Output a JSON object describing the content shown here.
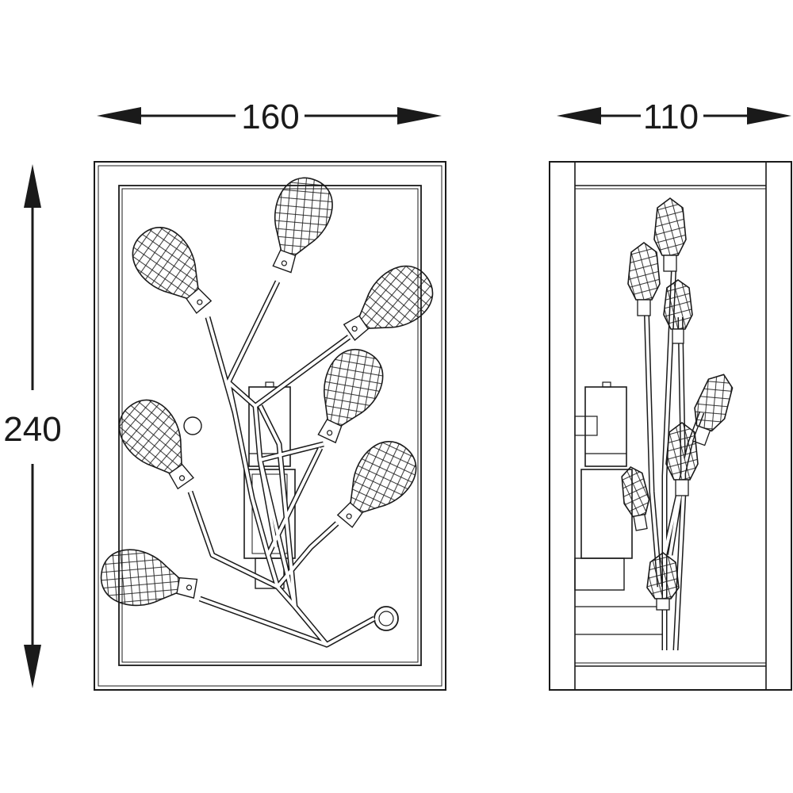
{
  "dimensions": {
    "front_width": "160",
    "side_depth": "110",
    "height": "240"
  },
  "colors": {
    "ink": "#1a1a1a",
    "background": "#ffffff"
  },
  "views": [
    "front-view",
    "side-view"
  ]
}
